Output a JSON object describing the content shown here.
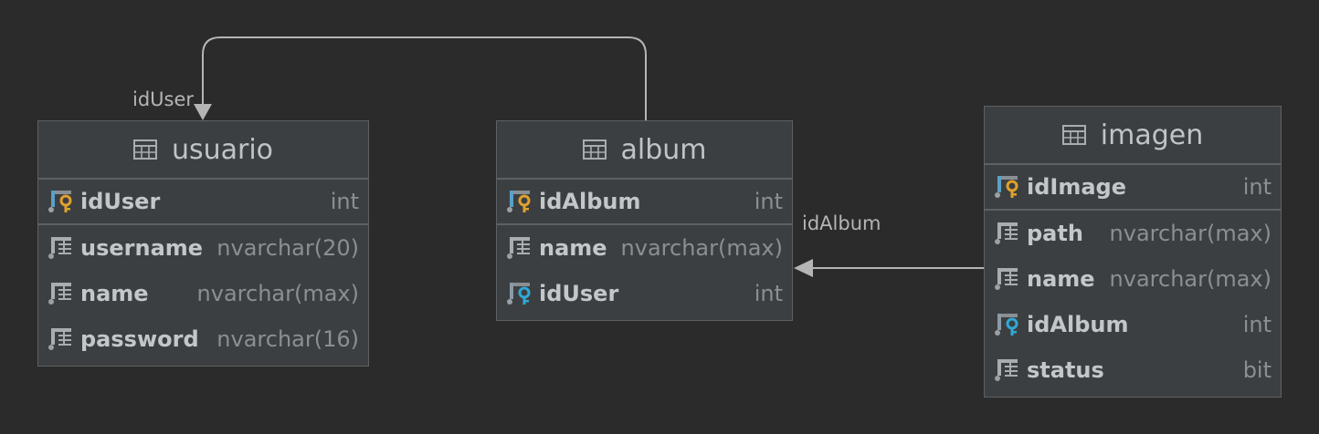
{
  "colors": {
    "background": "#2b2b2b",
    "table_body": "#3c3f41",
    "border": "#5e6163",
    "title_text": "#c0c3c7",
    "column_text": "#c4c7ca",
    "type_text": "#8c8f92",
    "edge": "#b5b5b5",
    "pk_key": "#e0a12c",
    "fk_key": "#2fa9d6"
  },
  "relations": [
    {
      "label": "idUser",
      "from": "album",
      "to": "usuario"
    },
    {
      "label": "idAlbum",
      "from": "imagen",
      "to": "album"
    }
  ],
  "tables": {
    "usuario": {
      "name": "usuario",
      "columns": [
        {
          "name": "idUser",
          "type": "int",
          "icon": "primary-key-icon"
        },
        {
          "name": "username",
          "type": "nvarchar(20)",
          "icon": "column-icon"
        },
        {
          "name": "name",
          "type": "nvarchar(max)",
          "icon": "column-icon"
        },
        {
          "name": "password",
          "type": "nvarchar(16)",
          "icon": "column-icon"
        }
      ]
    },
    "album": {
      "name": "album",
      "columns": [
        {
          "name": "idAlbum",
          "type": "int",
          "icon": "primary-key-icon"
        },
        {
          "name": "name",
          "type": "nvarchar(max)",
          "icon": "column-icon"
        },
        {
          "name": "idUser",
          "type": "int",
          "icon": "foreign-key-icon"
        }
      ]
    },
    "imagen": {
      "name": "imagen",
      "columns": [
        {
          "name": "idImage",
          "type": "int",
          "icon": "primary-key-icon"
        },
        {
          "name": "path",
          "type": "nvarchar(max)",
          "icon": "column-icon"
        },
        {
          "name": "name",
          "type": "nvarchar(max)",
          "icon": "column-icon"
        },
        {
          "name": "idAlbum",
          "type": "int",
          "icon": "foreign-key-icon"
        },
        {
          "name": "status",
          "type": "bit",
          "icon": "column-icon"
        }
      ]
    }
  }
}
